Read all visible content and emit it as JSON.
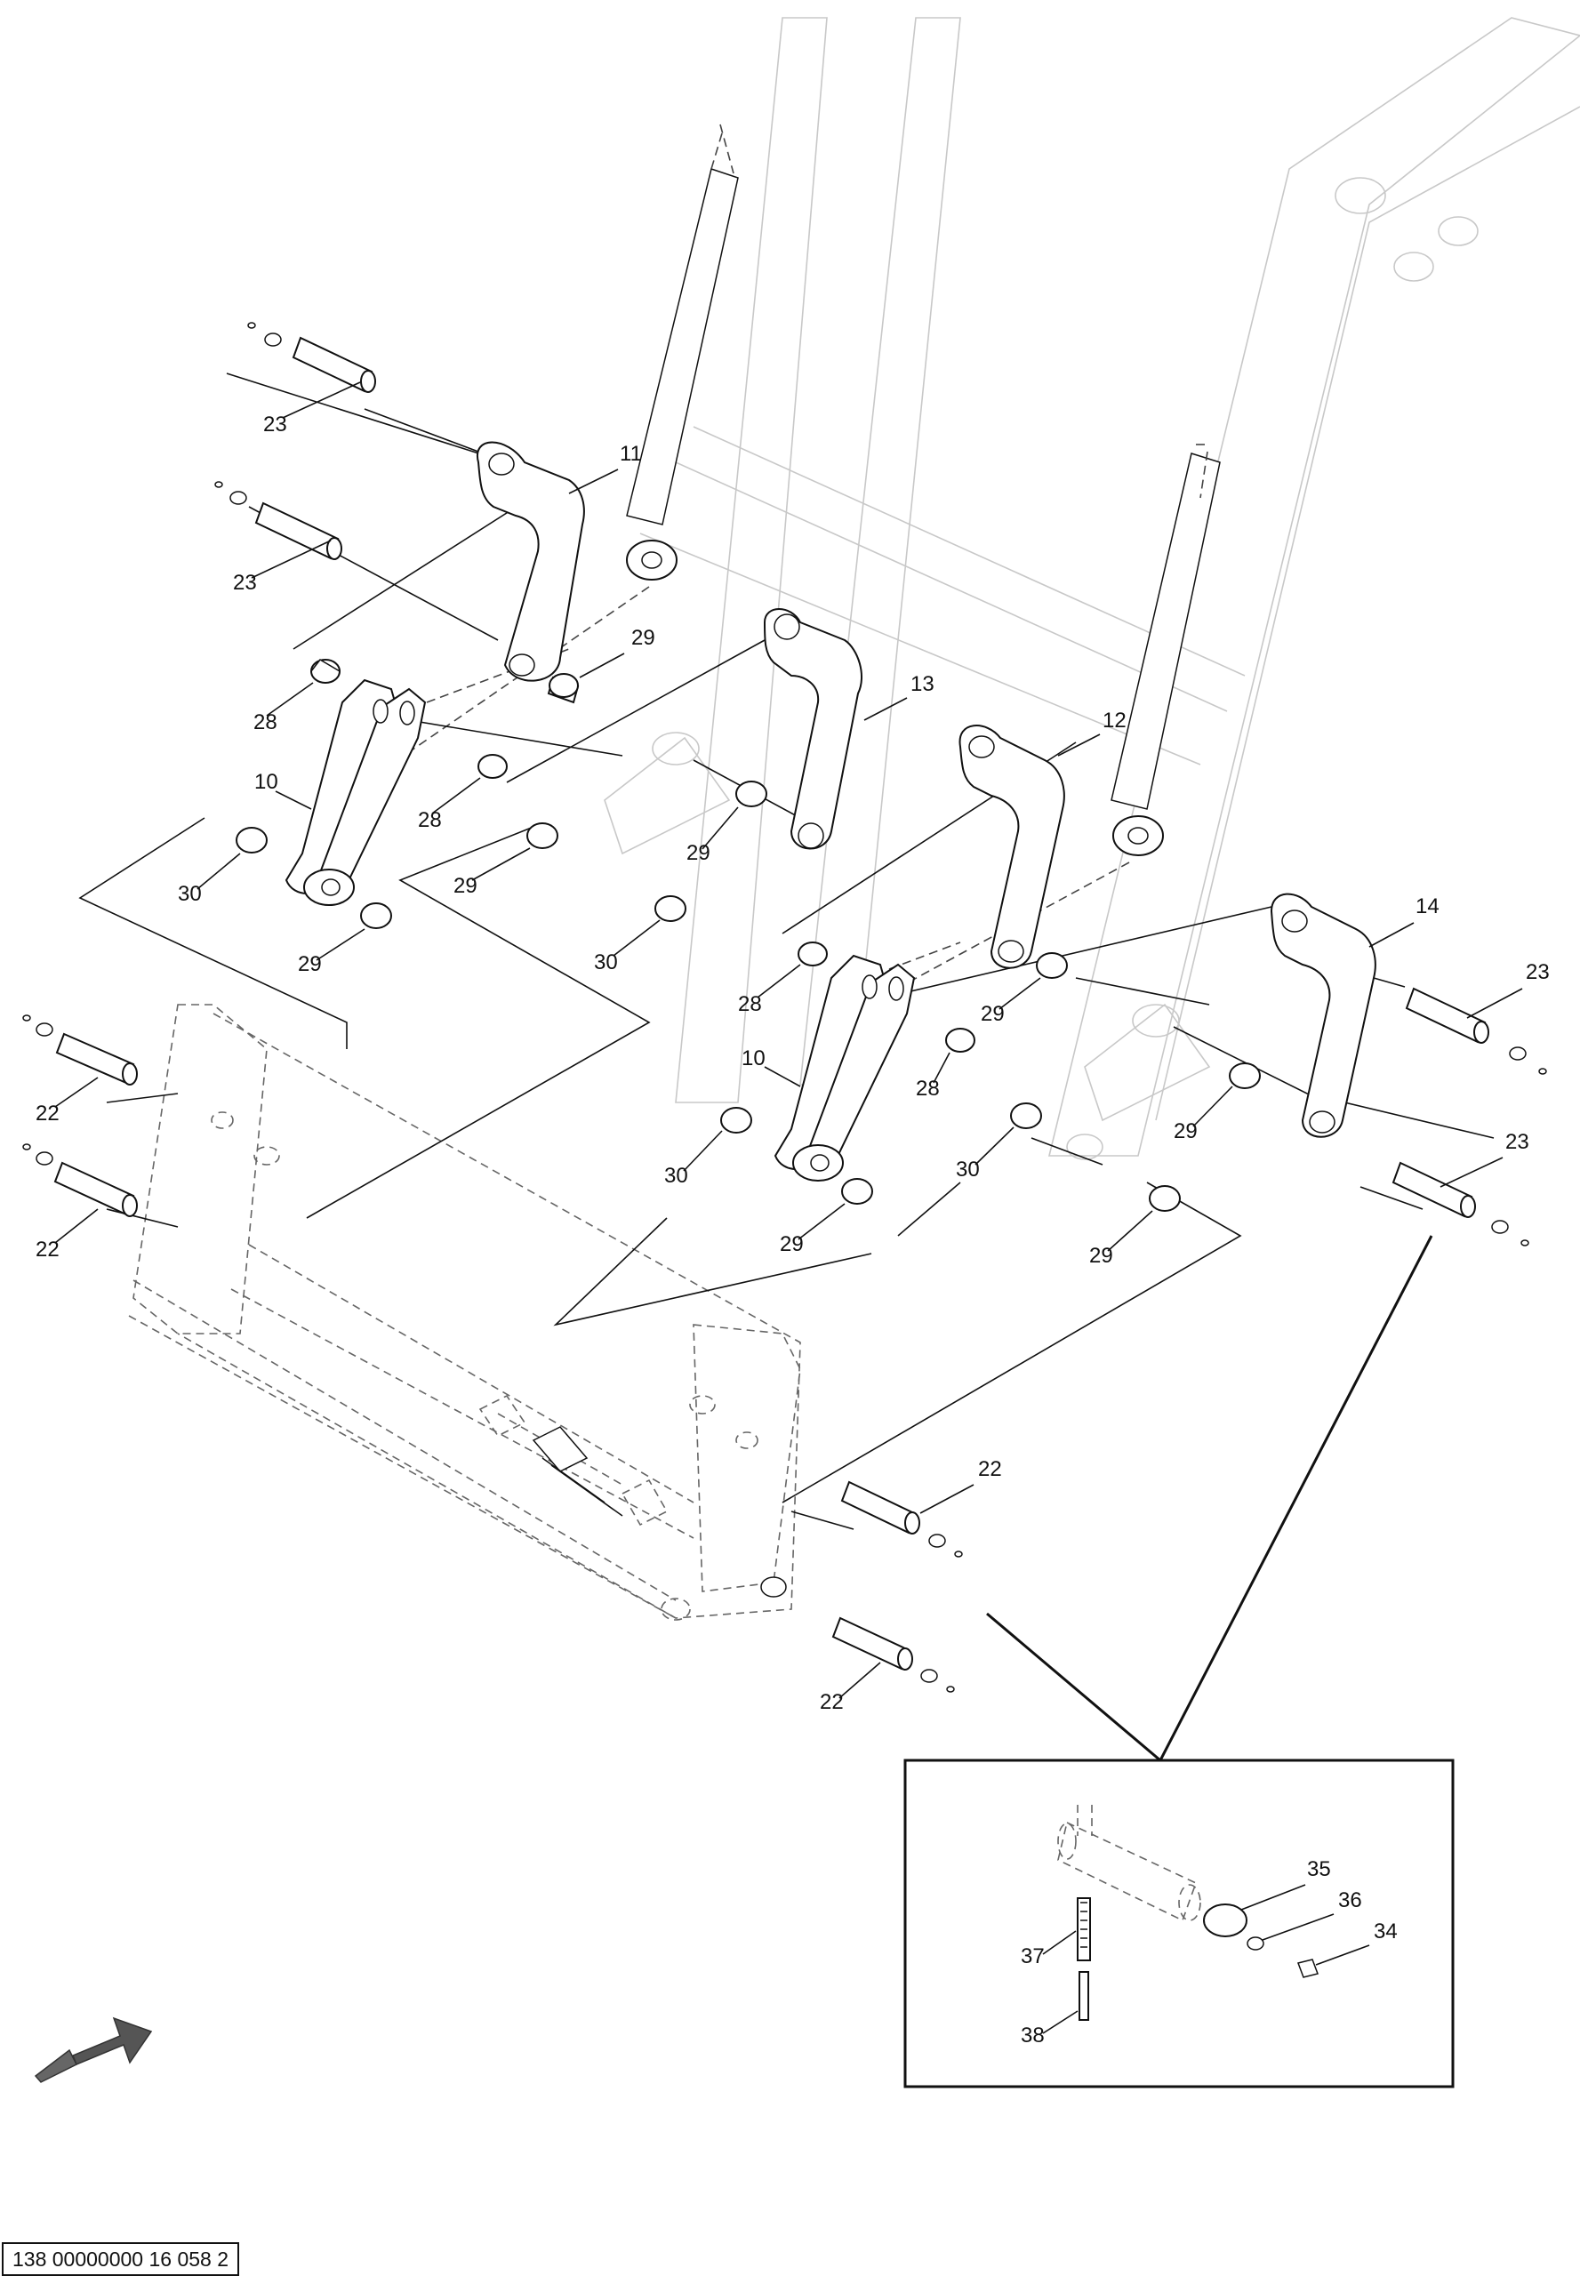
{
  "drawing_number": "138 00000000 16 058 2",
  "callouts": [
    {
      "id": "c-23a",
      "label": "23"
    },
    {
      "id": "c-23b",
      "label": "23"
    },
    {
      "id": "c-11",
      "label": "11"
    },
    {
      "id": "c-29a",
      "label": "29"
    },
    {
      "id": "c-28a",
      "label": "28"
    },
    {
      "id": "c-28b",
      "label": "28"
    },
    {
      "id": "c-10a",
      "label": "10"
    },
    {
      "id": "c-13",
      "label": "13"
    },
    {
      "id": "c-12",
      "label": "12"
    },
    {
      "id": "c-30a",
      "label": "30"
    },
    {
      "id": "c-29b",
      "label": "29"
    },
    {
      "id": "c-29c",
      "label": "29"
    },
    {
      "id": "c-29d",
      "label": "29"
    },
    {
      "id": "c-30b",
      "label": "30"
    },
    {
      "id": "c-14",
      "label": "14"
    },
    {
      "id": "c-23c",
      "label": "23"
    },
    {
      "id": "c-28c",
      "label": "28"
    },
    {
      "id": "c-29e",
      "label": "29"
    },
    {
      "id": "c-10b",
      "label": "10"
    },
    {
      "id": "c-28d",
      "label": "28"
    },
    {
      "id": "c-22a",
      "label": "22"
    },
    {
      "id": "c-22b",
      "label": "22"
    },
    {
      "id": "c-30c",
      "label": "30"
    },
    {
      "id": "c-30d",
      "label": "30"
    },
    {
      "id": "c-29f",
      "label": "29"
    },
    {
      "id": "c-23d",
      "label": "23"
    },
    {
      "id": "c-29g",
      "label": "29"
    },
    {
      "id": "c-29h",
      "label": "29"
    },
    {
      "id": "c-22c",
      "label": "22"
    },
    {
      "id": "c-22d",
      "label": "22"
    },
    {
      "id": "c-35",
      "label": "35"
    },
    {
      "id": "c-36",
      "label": "36"
    },
    {
      "id": "c-34",
      "label": "34"
    },
    {
      "id": "c-37",
      "label": "37"
    },
    {
      "id": "c-38",
      "label": "38"
    }
  ]
}
